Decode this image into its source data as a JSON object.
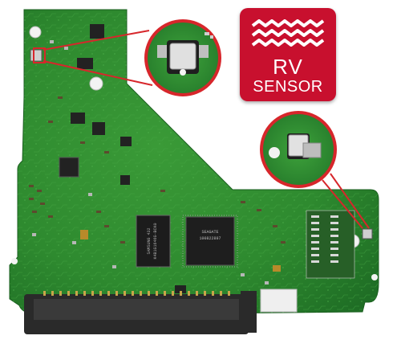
{
  "badge": {
    "line1": "RV",
    "line2": "SENSOR",
    "icon": "vibration-wave-icon",
    "color": "#c8102e"
  },
  "board": {
    "pcb_color": "#2e8a2f",
    "chip_labels": [
      "SAMSUNG 432",
      "K4B1G1646G-BCK0",
      "SEAGATE",
      "100822897"
    ]
  },
  "callouts": {
    "ring_color": "#d7262b",
    "count": 2
  }
}
